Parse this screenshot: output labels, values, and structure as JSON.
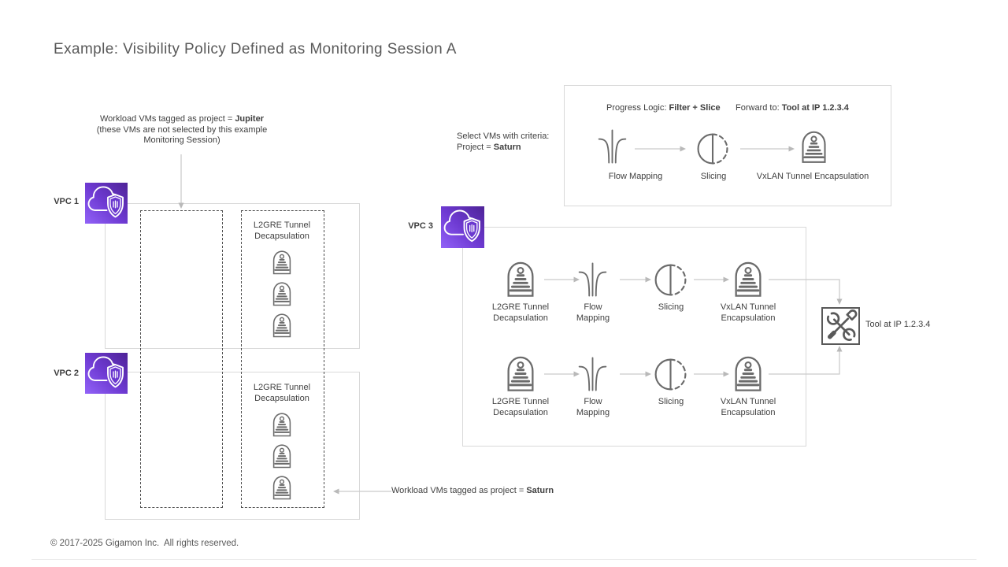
{
  "title": "Example: Visibility Policy Defined as Monitoring Session A",
  "footer": {
    "text": "© 2017-2025 Gigamon Inc.  All rights reserved."
  },
  "policy_box": {
    "progress_logic_label": "Progress Logic: ",
    "progress_logic_value": "Filter + Slice",
    "forward_to_label": "Forward to: ",
    "forward_to_value": "Tool at IP 1.2.3.4",
    "steps": [
      {
        "icon": "flow-mapping-icon",
        "label": "Flow Mapping"
      },
      {
        "icon": "slicing-icon",
        "label": "Slicing"
      },
      {
        "icon": "vxlan-tunnel-encapsulation-icon",
        "label": "VxLAN Tunnel Encapsulation"
      }
    ]
  },
  "select_vms_note": {
    "line1": "Select VMs with criteria:",
    "line2_label": "Project = ",
    "line2_value": "Saturn"
  },
  "jupiter_note": {
    "line1_label": "Workload VMs tagged as project = ",
    "line1_value": "Jupiter",
    "line2": "(these VMs are not selected by this example",
    "line3": "Monitoring Session)"
  },
  "saturn_note": {
    "label": "Workload VMs tagged as project = ",
    "value": "Saturn"
  },
  "vpc1": {
    "label": "VPC 1"
  },
  "vpc2": {
    "label": "VPC 2"
  },
  "vpc3": {
    "label": "VPC 3"
  },
  "decap_group_top": {
    "label": "L2GRE Tunnel\nDecapsulation"
  },
  "decap_group_bottom": {
    "label": "L2GRE Tunnel\nDecapsulation"
  },
  "vpc3_rows": [
    {
      "steps": [
        {
          "icon": "tunnel-icon",
          "label": "L2GRE Tunnel\nDecapsulation"
        },
        {
          "icon": "flow-mapping-icon",
          "label": "Flow\nMapping"
        },
        {
          "icon": "slicing-icon",
          "label": "Slicing"
        },
        {
          "icon": "tunnel-icon",
          "label": "VxLAN Tunnel\nEncapsulation"
        }
      ]
    },
    {
      "steps": [
        {
          "icon": "tunnel-icon",
          "label": "L2GRE Tunnel\nDecapsulation"
        },
        {
          "icon": "flow-mapping-icon",
          "label": "Flow\nMapping"
        },
        {
          "icon": "slicing-icon",
          "label": "Slicing"
        },
        {
          "icon": "tunnel-icon",
          "label": "VxLAN Tunnel\nEncapsulation"
        }
      ]
    }
  ],
  "tool": {
    "label": "Tool at IP 1.2.3.4"
  },
  "colors": {
    "vpc_gradient_dark": "#4e2397",
    "vpc_gradient_light": "#9263f8",
    "connector_line": "#cbcbcb",
    "arrowhead": "#b9b9b9",
    "icon_stroke": "#6b6b6b",
    "container_border": "#d9d9d9",
    "dashed_border": "#4d4d4d",
    "text": "#404040",
    "title": "#595959"
  }
}
